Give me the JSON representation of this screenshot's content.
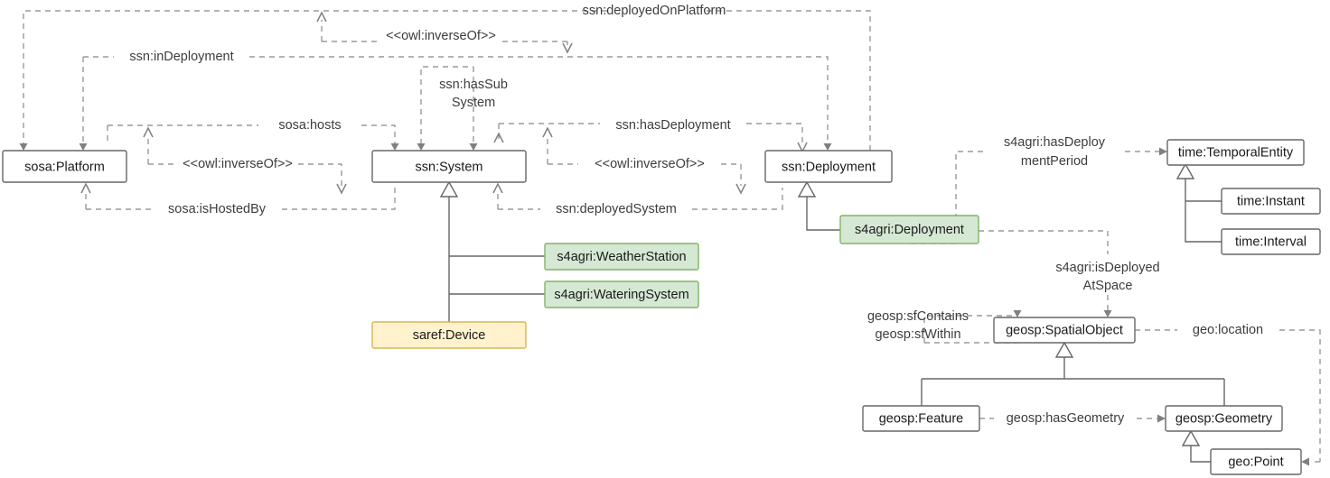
{
  "diagram": {
    "title": "SAREF4AGRI deployment and geospatial ontology alignment diagram",
    "colors": {
      "green_fill": "#d5e8d4",
      "green_stroke": "#82b366",
      "yellow_fill": "#fff2cc",
      "yellow_stroke": "#d6b656",
      "plain_fill": "#ffffff",
      "plain_stroke": "#666666",
      "dashed_edge": "#9a9a9a",
      "solid_edge": "#666666",
      "text": "#1a1a1a"
    },
    "nodes": [
      {
        "id": "sosa-platform",
        "label": "sosa:Platform",
        "style": "plain"
      },
      {
        "id": "ssn-system",
        "label": "ssn:System",
        "style": "plain"
      },
      {
        "id": "ssn-deployment",
        "label": "ssn:Deployment",
        "style": "plain"
      },
      {
        "id": "s4agri-deployment",
        "label": "s4agri:Deployment",
        "style": "green"
      },
      {
        "id": "s4agri-weatherstation",
        "label": "s4agri:WeatherStation",
        "style": "green"
      },
      {
        "id": "s4agri-wateringsystem",
        "label": "s4agri:WateringSystem",
        "style": "green"
      },
      {
        "id": "saref-device",
        "label": "saref:Device",
        "style": "yellow"
      },
      {
        "id": "time-temporalentity",
        "label": "time:TemporalEntity",
        "style": "plain"
      },
      {
        "id": "time-instant",
        "label": "time:Instant",
        "style": "plain"
      },
      {
        "id": "time-interval",
        "label": "time:Interval",
        "style": "plain"
      },
      {
        "id": "geosp-spatialobject",
        "label": "geosp:SpatialObject",
        "style": "plain"
      },
      {
        "id": "geosp-feature",
        "label": "geosp:Feature",
        "style": "plain"
      },
      {
        "id": "geosp-geometry",
        "label": "geosp:Geometry",
        "style": "plain"
      },
      {
        "id": "geo-point",
        "label": "geo:Point",
        "style": "plain"
      }
    ],
    "edge_labels": [
      {
        "id": "ssn-deployedonplatform",
        "text": "ssn:deployedOnPlatform"
      },
      {
        "id": "owl-inverseof-top",
        "text": "<<owl:inverseOf>>"
      },
      {
        "id": "ssn-indeployment",
        "text": "ssn:inDeployment"
      },
      {
        "id": "ssn-hassubsystem-line1",
        "text": "ssn:hasSub"
      },
      {
        "id": "ssn-hassubsystem-line2",
        "text": "System"
      },
      {
        "id": "sosa-hosts",
        "text": "sosa:hosts"
      },
      {
        "id": "ssn-hasdeployment",
        "text": "ssn:hasDeployment"
      },
      {
        "id": "owl-inverseof-left",
        "text": "<<owl:inverseOf>>"
      },
      {
        "id": "owl-inverseof-right",
        "text": "<<owl:inverseOf>>"
      },
      {
        "id": "sosa-ishostedby",
        "text": "sosa:isHostedBy"
      },
      {
        "id": "ssn-deployedsystem",
        "text": "ssn:deployedSystem"
      },
      {
        "id": "s4agri-hasdeploymentperiod-line1",
        "text": "s4agri:hasDeploy"
      },
      {
        "id": "s4agri-hasdeploymentperiod-line2",
        "text": "mentPeriod"
      },
      {
        "id": "s4agri-isdeployedatspace-line1",
        "text": "s4agri:isDeployed"
      },
      {
        "id": "s4agri-isdeployedatspace-line2",
        "text": "AtSpace"
      },
      {
        "id": "geosp-sfcontains",
        "text": "geosp:sfContains"
      },
      {
        "id": "geosp-sfwithin",
        "text": "geosp:sfWithin"
      },
      {
        "id": "geo-location",
        "text": "geo:location"
      },
      {
        "id": "geosp-hasgeometry",
        "text": "geosp:hasGeometry"
      }
    ]
  }
}
